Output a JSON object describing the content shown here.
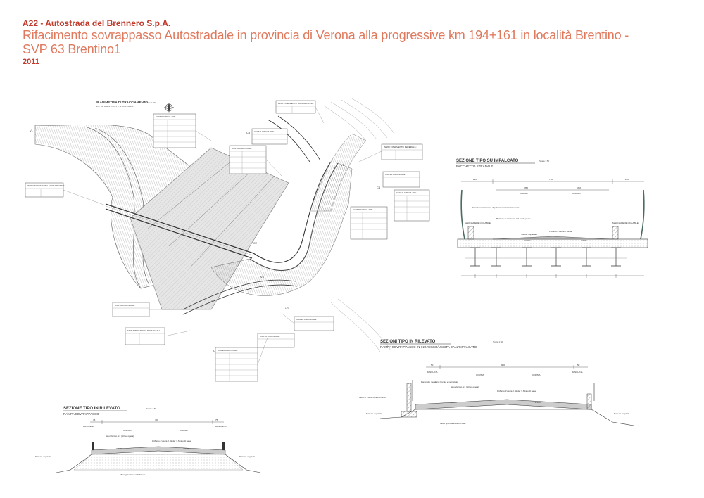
{
  "header": {
    "client": "A22 - Autostrada del Brennero S.p.A.",
    "title_line1": "Rifacimento sovrappasso Autostradale in provincia di Verona alla progressive km 194+161 in località Brentino  -",
    "title_line2": "SVP 63 Brentino1",
    "year": "2011"
  },
  "plan": {
    "title": "PLANIMETRIA DI TRACCIAMENTO",
    "subtitle": "SVP 63 \"BRENTINO 1\" - pr.km 194+161",
    "scale": "Scala 1:500",
    "callouts": {
      "curva": "CURVA CIRCOLARE",
      "inizio_sovrappasso": "INIZIO INTERVENTO SOVRAPPASSO",
      "fine_sovrappasso": "FINE INTERVENTO SOVRAPPASSO",
      "inizio_federale": "INIZIO INTERVENTO FEDERALE 1",
      "fine_federale": "FINE INTERVENTO FEDERALE 1"
    },
    "points": {
      "v1": "V1",
      "v2": "V2",
      "v3": "V3",
      "v4": "V4",
      "v5": "V5",
      "c1": "C1",
      "c2": "C2",
      "c3": "C3",
      "c4": "C4",
      "c5": "C5"
    }
  },
  "section_impalcato": {
    "title": "SEZIONE TIPO SU IMPALCATO",
    "scale": "Scala 1:50",
    "subtitle": "PACCHETTO STRADALE",
    "labels": {
      "corsia": "CORSIA",
      "marciapiede": "MARCIAPIEDE CICLABILE",
      "barriera": "Barriera di sicurezza H3 bordo ponte",
      "protezione": "Protezione in lamiera di policarbonato/lastra stirata",
      "binder": "1.Manto d'usura 2.Binder",
      "pendenza": "2.50%",
      "slabelle": "Soletta impalcato"
    },
    "dims": {
      "d1": "220",
      "d2": "750",
      "d3": "350",
      "d4": "220"
    }
  },
  "section_rampa_ingresso": {
    "title": "SEZIONI TIPO IN RILEVATO",
    "scale": "Scala 1:50",
    "subtitle": "RAMPA SOVRAPPASSO IN INGRESSO/USCITA DALL'IMPALCATO",
    "labels": {
      "banchina": "BANCHINA",
      "corsia": "CORSIA",
      "parapetto": "Parapetto metallico zincato e verniciato",
      "sicurvia": "Sicurvia tipo H1 (H3 su opera)",
      "manto": "1.Manto d'usura 2.Binder 3.Strato di base",
      "cordolo": "Muro in c.a. di contenimento",
      "terreno": "Terreno vegetale",
      "misto": "Misto granulare stabilizzato",
      "pendenza": "2.50%"
    },
    "dims": {
      "d1": "50",
      "d2": "900",
      "d3": "50"
    }
  },
  "section_rampa": {
    "title": "SEZIONE TIPO IN RILEVATO",
    "scale": "Scala 1:50",
    "subtitle": "RAMPA SOVRAPPASSO",
    "labels": {
      "banchina": "BANCHINA",
      "corsia": "CORSIA",
      "sicurvia": "Sicurvia tipo H1 (H3 su opera)",
      "manto": "1.Manto d'usura 2.Binder 3.Strato di base",
      "terreno": "Terreno vegetale",
      "misto": "Misto granulare stabilizzato",
      "pendenza": "2.50%"
    },
    "dims": {
      "d1": "75",
      "d2": "700",
      "d3": "75"
    }
  }
}
